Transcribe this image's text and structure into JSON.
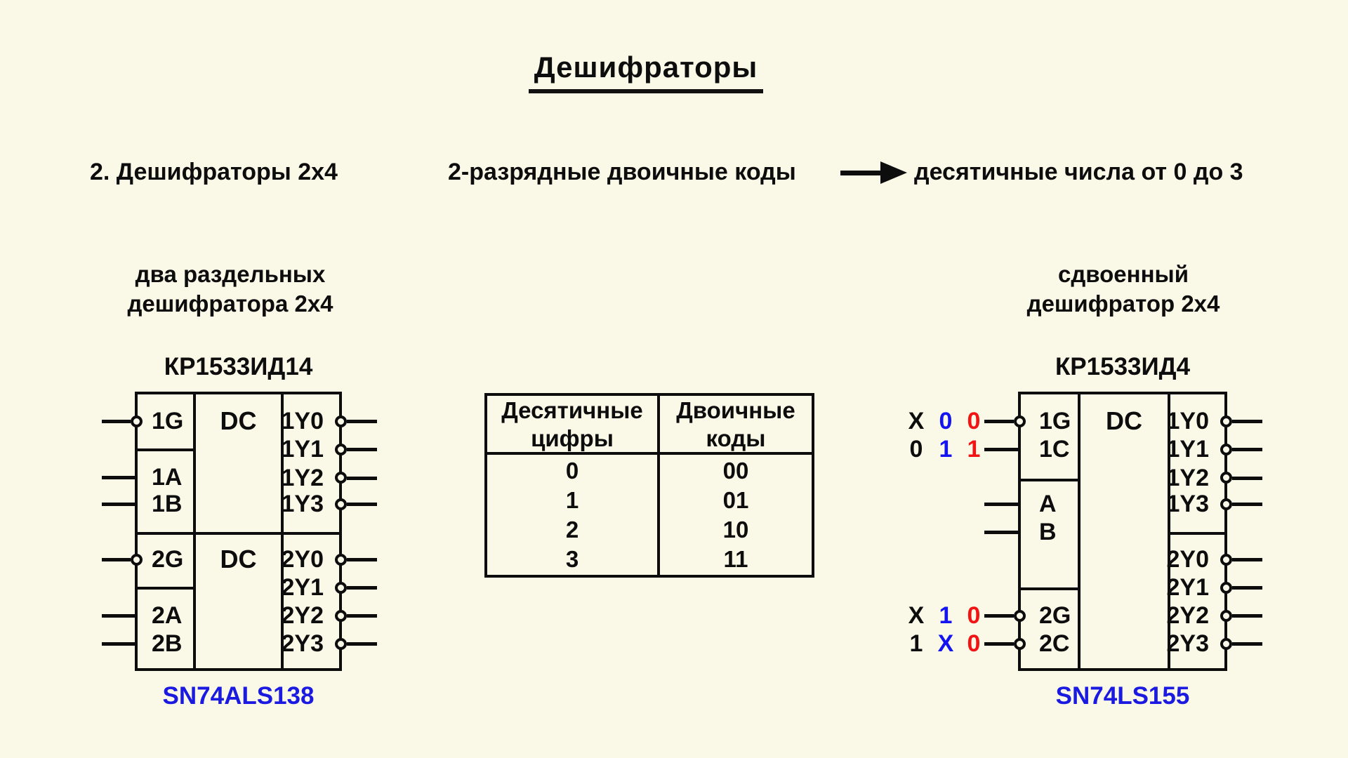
{
  "title": "Дешифраторы",
  "heading": {
    "section": "2. Дешифраторы 2x4",
    "flow_from": "2-разрядные двоичные коды",
    "arrow_icon": "arrow-right",
    "flow_to": "десятичные числа от 0 до 3"
  },
  "table": {
    "col1_header": [
      "Десятичные",
      "цифры"
    ],
    "col2_header": [
      "Двоичные",
      "коды"
    ],
    "rows": [
      [
        "0",
        "00"
      ],
      [
        "1",
        "01"
      ],
      [
        "2",
        "10"
      ],
      [
        "3",
        "11"
      ]
    ]
  },
  "chip1": {
    "caption": [
      "два раздельных",
      "дешифратора 2x4"
    ],
    "part_number": "КР1533ИД14",
    "western_analog": "SN74ALS138",
    "function_labels": [
      "DC",
      "DC"
    ],
    "inputs": [
      "1G",
      "1A",
      "1B",
      "2G",
      "2A",
      "2B"
    ],
    "outputs": [
      "1Y0",
      "1Y1",
      "1Y2",
      "1Y3",
      "2Y0",
      "2Y1",
      "2Y2",
      "2Y3"
    ]
  },
  "chip2": {
    "caption": [
      "сдвоенный",
      "дешифратор 2x4"
    ],
    "part_number": "КР1533ИД4",
    "western_analog": "SN74LS155",
    "function_label": "DC",
    "inputs": [
      "1G",
      "1C",
      "A",
      "B",
      "2G",
      "2C"
    ],
    "outputs": [
      "1Y0",
      "1Y1",
      "1Y2",
      "1Y3",
      "2Y0",
      "2Y1",
      "2Y2",
      "2Y3"
    ],
    "signals": [
      [
        {
          "t": "X",
          "color": "black"
        },
        {
          "t": "0",
          "color": "blue"
        },
        {
          "t": "0",
          "color": "red"
        }
      ],
      [
        {
          "t": "0",
          "color": "black"
        },
        {
          "t": "1",
          "color": "blue"
        },
        {
          "t": "1",
          "color": "red"
        }
      ],
      [
        {
          "t": "X",
          "color": "black"
        },
        {
          "t": "1",
          "color": "blue"
        },
        {
          "t": "0",
          "color": "red"
        }
      ],
      [
        {
          "t": "1",
          "color": "black"
        },
        {
          "t": "X",
          "color": "blue"
        },
        {
          "t": "0",
          "color": "red"
        }
      ]
    ]
  },
  "colors": {
    "background": "#faf8e7",
    "ink": "#0d0d0d",
    "analog_label_blue": "#1a1ae0",
    "signal_blue": "#1414f0",
    "signal_red": "#f01414"
  }
}
